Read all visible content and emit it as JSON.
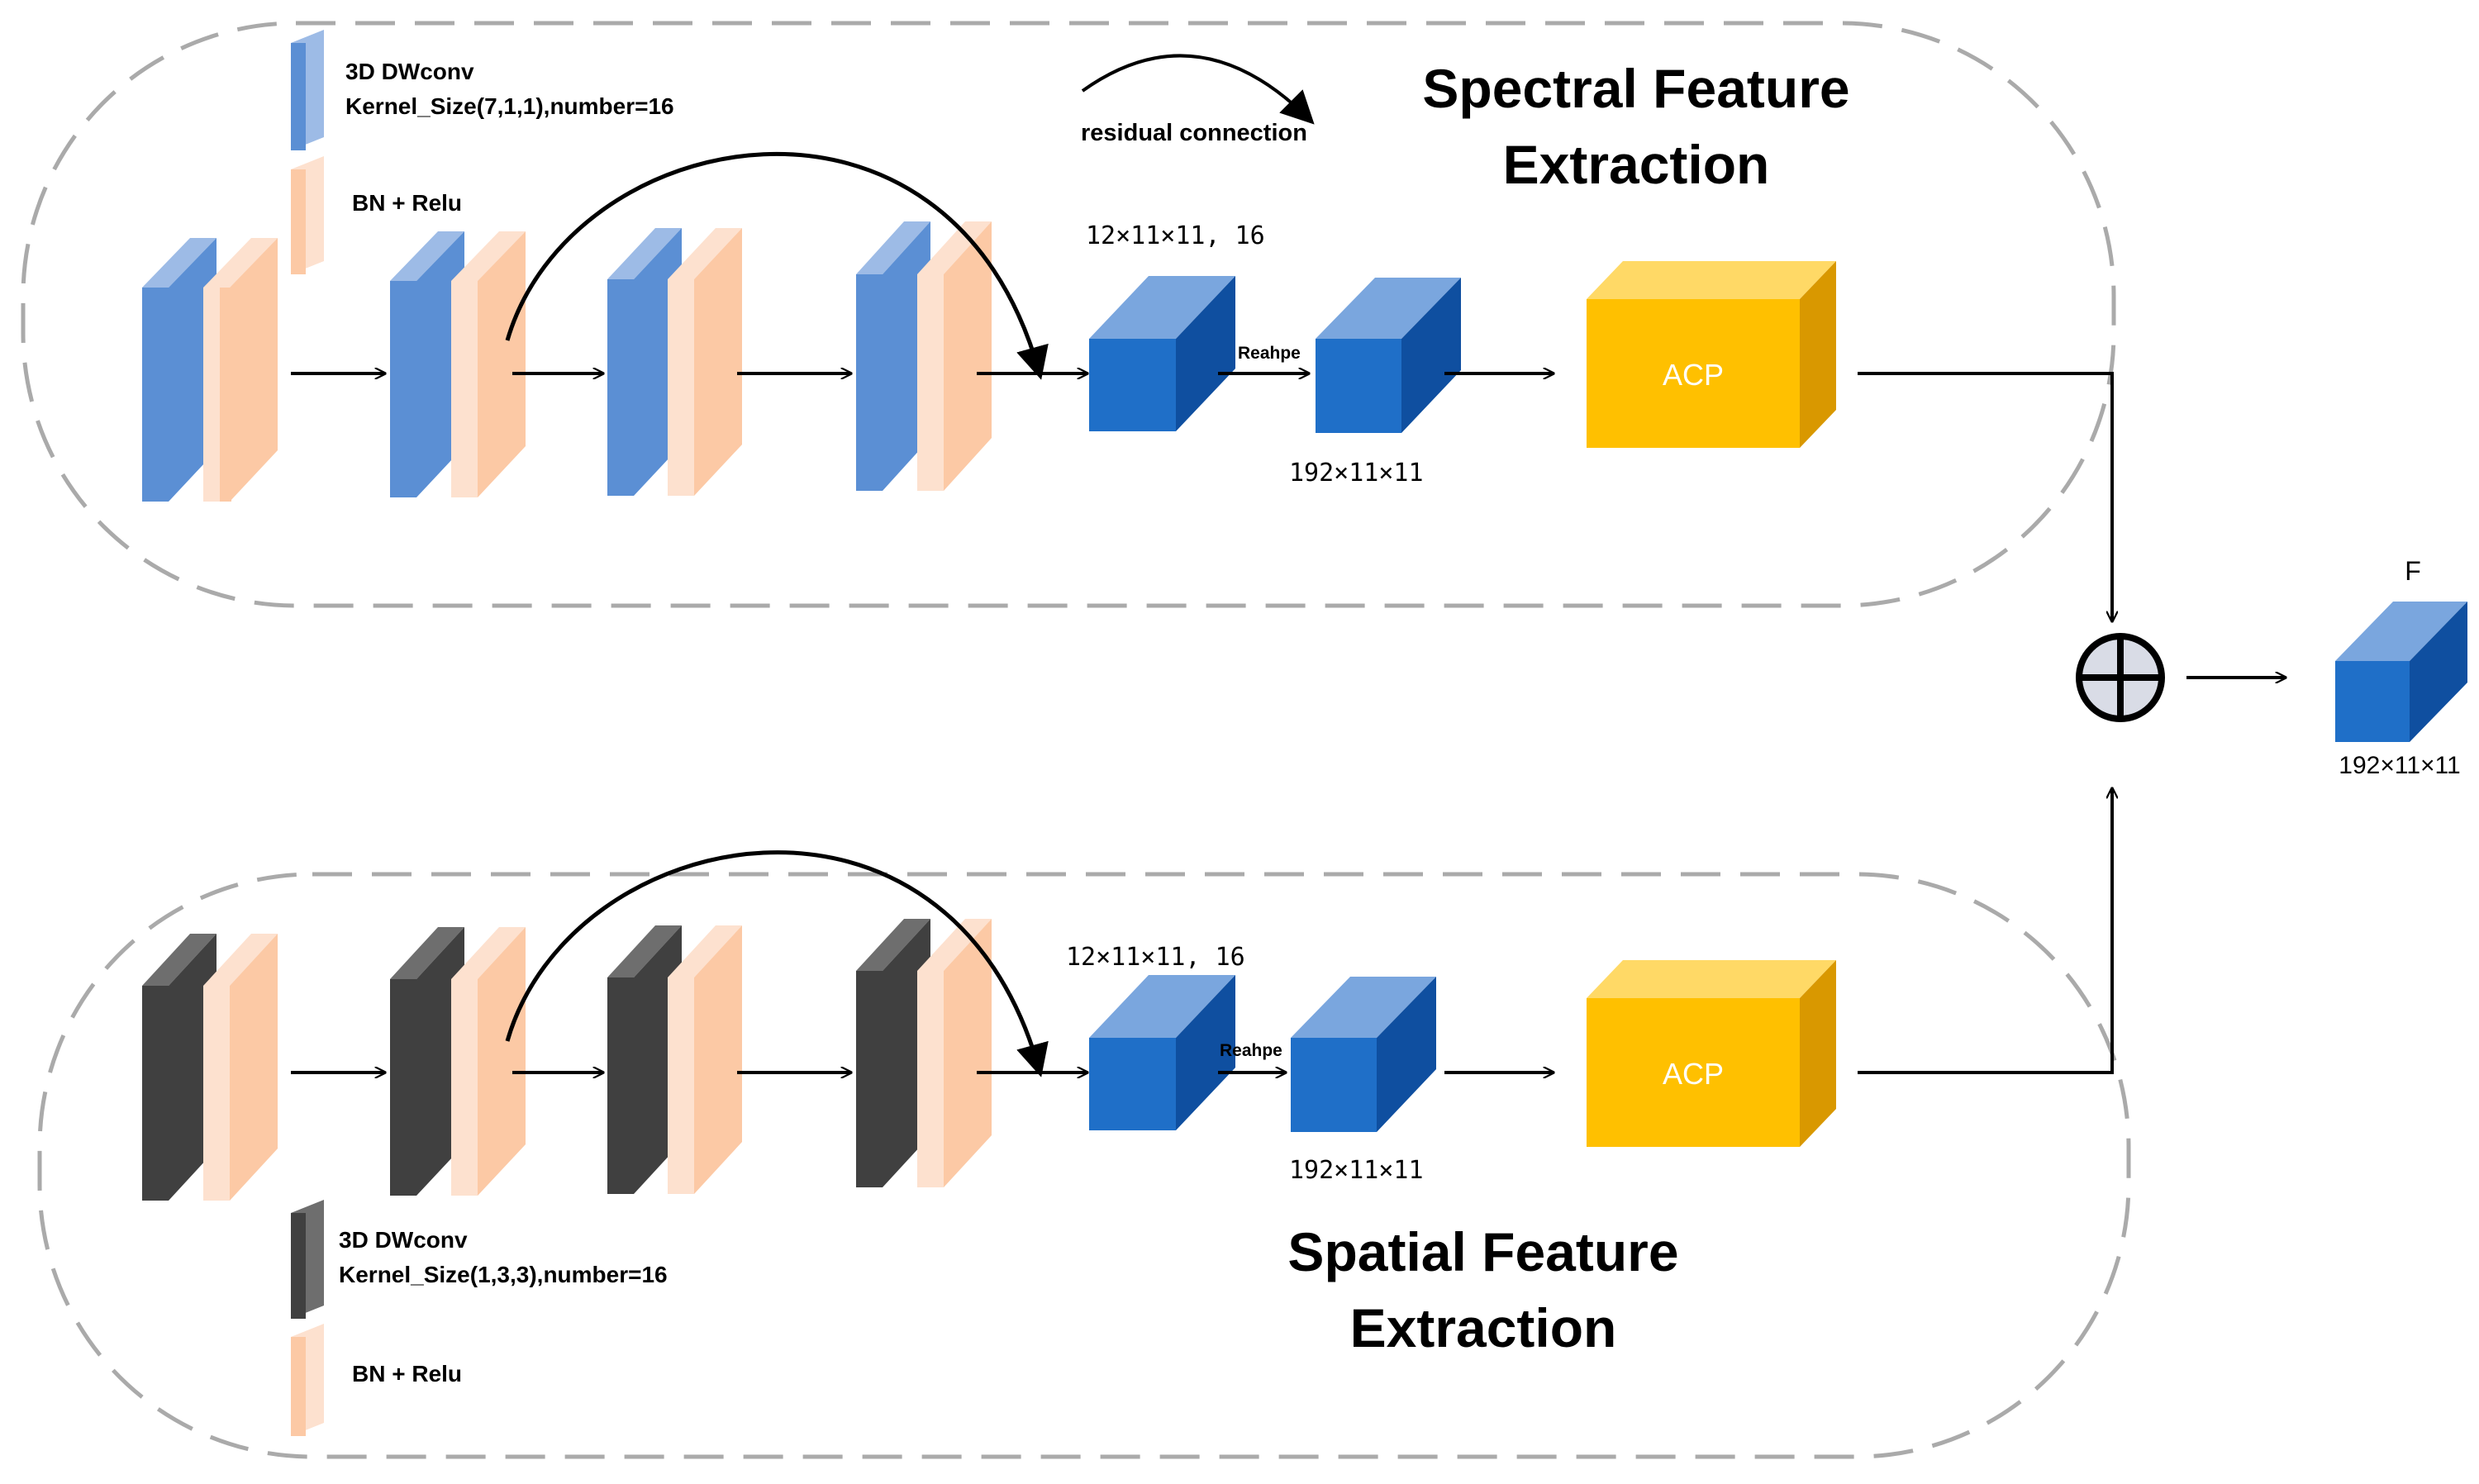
{
  "spectral": {
    "title_line1": "Spectral Feature",
    "title_line2": "Extraction",
    "legend_conv_line1": "3D DWconv",
    "legend_conv_line2": "Kernel_Size(7,1,1),number=16",
    "legend_bn": "BN + Relu",
    "residual_label": "residual connection",
    "cube1_dims": "12×11×11, 16",
    "reshape_label": "Reahpe",
    "cube2_dims": "192×11×11",
    "acp_label": "ACP"
  },
  "spatial": {
    "title_line1": "Spatial Feature",
    "title_line2": "Extraction",
    "legend_conv_line1": "3D DWconv",
    "legend_conv_line2": "Kernel_Size(1,3,3),number=16",
    "legend_bn": "BN + Relu",
    "cube1_dims": "12×11×11, 16",
    "reshape_label": "Reahpe",
    "cube2_dims": "192×11×11",
    "acp_label": "ACP"
  },
  "output": {
    "label": "F",
    "dims": "192×11×11"
  },
  "colors": {
    "conv_blue_front": "#5b8fd4",
    "conv_blue_side": "#9dbbe6",
    "conv_gray_front": "#404040",
    "conv_gray_side": "#6e6e6e",
    "bn_front": "#fcc9a5",
    "bn_side": "#fde1cf",
    "cube_front": "#1f6fc8",
    "cube_top": "#7aa6de",
    "cube_side": "#0f4fa0",
    "acp_front": "#ffc000",
    "acp_top": "#ffd966",
    "acp_side": "#d99800",
    "dashed_border": "#aaaaaa"
  }
}
